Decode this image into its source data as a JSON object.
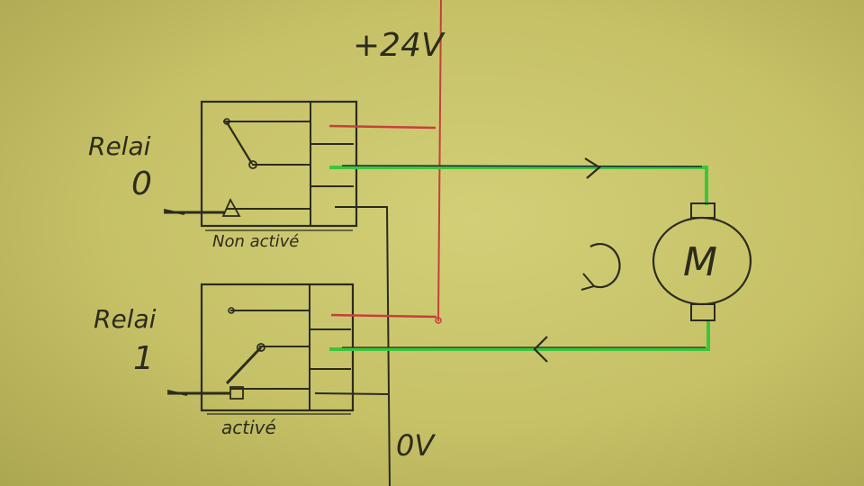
{
  "labels": {
    "supply_positive": "+24V",
    "supply_ground": "0V",
    "relay0_name": "Relai",
    "relay0_number": "0",
    "relay0_state": "Non activé",
    "relay1_name": "Relai",
    "relay1_number": "1",
    "relay1_state": "activé",
    "motor_letter": "M"
  },
  "colors": {
    "paper": "#c9c46a",
    "ink": "#2c2b1c",
    "positive_wire": "#c6403a",
    "motor_wire": "#3ec43a",
    "dark_wire": "#1f2a40"
  },
  "icons": {
    "rotation": "rotation-arrow-icon",
    "flow_arrows": "chevron-arrow-icon"
  }
}
